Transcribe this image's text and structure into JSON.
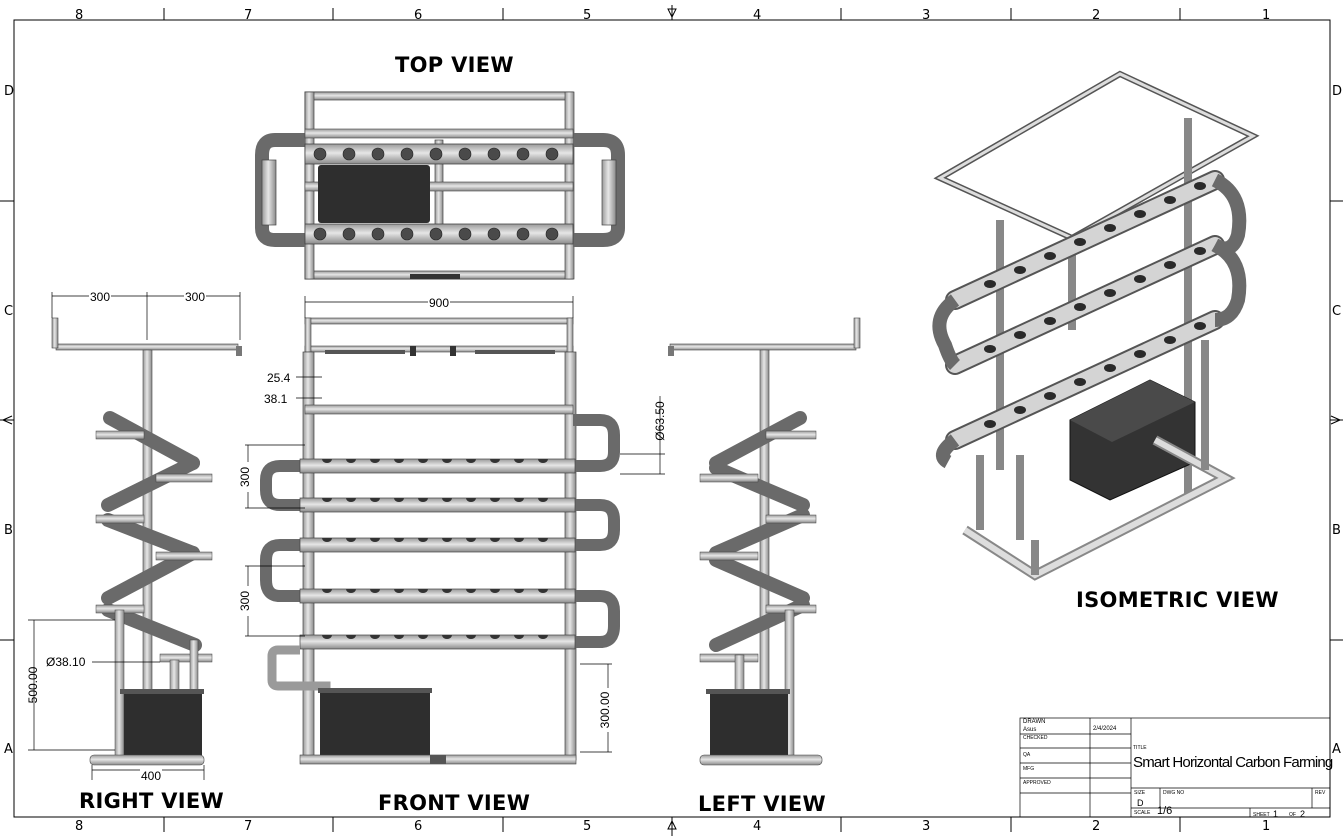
{
  "zones": {
    "columns": [
      "8",
      "7",
      "6",
      "5",
      "4",
      "3",
      "2",
      "1"
    ],
    "rows": [
      "D",
      "C",
      "B",
      "A"
    ]
  },
  "views": {
    "top": "TOP VIEW",
    "front": "FRONT VIEW",
    "right": "RIGHT VIEW",
    "left": "LEFT VIEW",
    "isometric": "ISOMETRIC VIEW"
  },
  "dimensions": {
    "right_top_left": "300",
    "right_top_right": "300",
    "right_pipe_dia": "Ø38.10",
    "right_height": "500.00",
    "right_base": "400",
    "front_width": "900",
    "front_small1": "25.4",
    "front_small2": "38.1",
    "front_tube_dia": "Ø63.50",
    "front_spacing1": "300",
    "front_spacing2": "300",
    "front_tank_height": "300.00"
  },
  "title_block": {
    "drawn_label": "DRAWN",
    "drawn_by": "Asus",
    "drawn_date": "2/4/2024",
    "checked_label": "CHECKED",
    "qa_label": "QA",
    "mfg_label": "MFG",
    "approved_label": "APPROVED",
    "title_label": "TITLE",
    "title": "Smart Horizontal Carbon Farming",
    "size_label": "SIZE",
    "size": "D",
    "dwg_no_label": "DWG NO",
    "rev_label": "REV",
    "scale_label": "SCALE",
    "scale": "1/6",
    "sheet_label": "SHEET",
    "sheet_num": "1",
    "of_label": "OF",
    "sheet_total": "2"
  },
  "colors": {
    "pipe_light": "#c9c9c9",
    "pipe_dark": "#7a7a7a",
    "tank": "#2e2e2e",
    "line": "#000000"
  }
}
